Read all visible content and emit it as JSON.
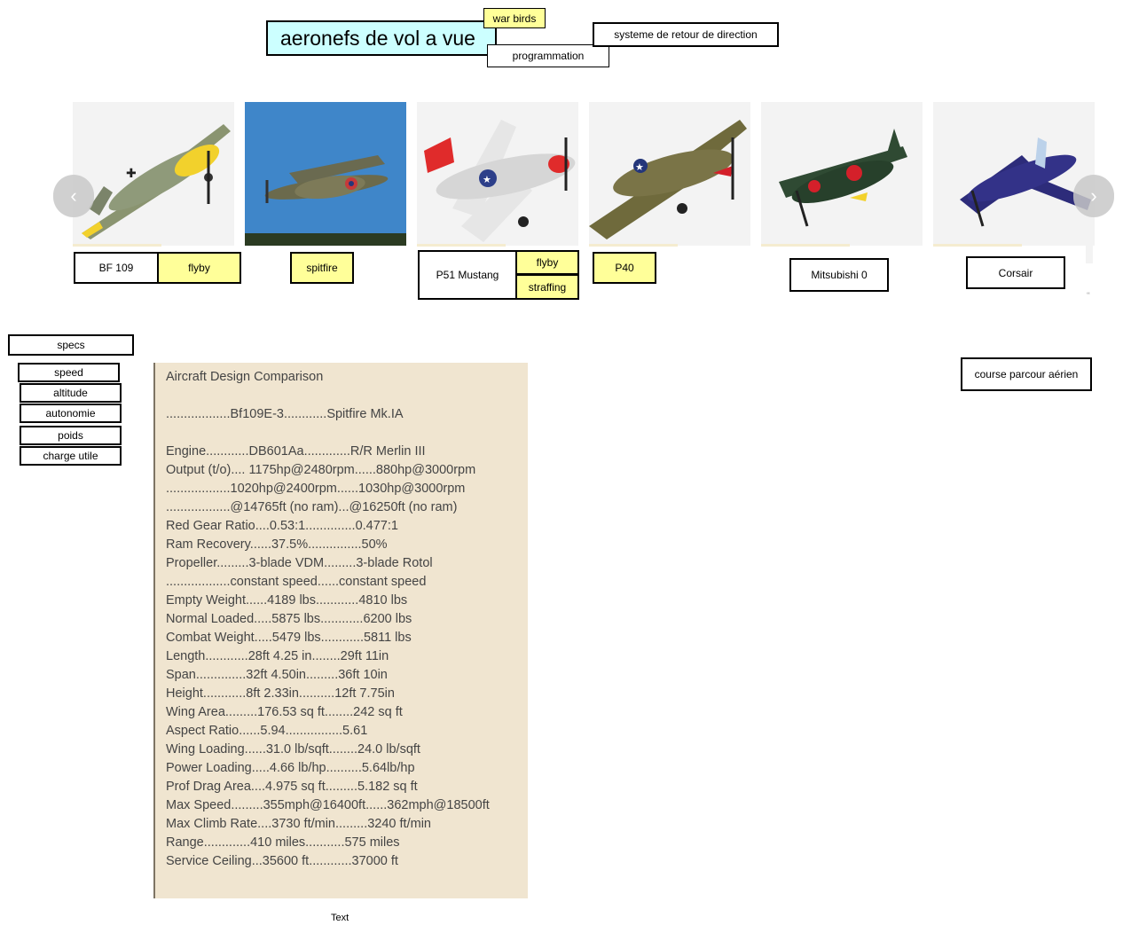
{
  "header": {
    "title": "aeronefs de vol a vue",
    "war_birds": "war birds",
    "programmation": "programmation",
    "systeme": "systeme de retour de direction"
  },
  "carousel": {
    "prev": "‹",
    "next": "›",
    "cards": [
      {
        "name": "bf109",
        "label": "BF 109",
        "colors": {
          "body": "#8a9470",
          "accent": "#f2d12c"
        }
      },
      {
        "name": "spitfire",
        "label": "spitfire",
        "colors": {
          "sky": "#3f86c9",
          "body": "#6b6a4c"
        }
      },
      {
        "name": "p51",
        "label": "P51 Mustang",
        "colors": {
          "body": "#d6d6d6",
          "accent": "#e02b2b"
        }
      },
      {
        "name": "p40",
        "label": "P40",
        "colors": {
          "body": "#6f6a3c"
        }
      },
      {
        "name": "zero",
        "label": "Mitsubishi 0",
        "colors": {
          "body": "#2f4a33",
          "accent": "#d4202a"
        }
      },
      {
        "name": "corsair",
        "label": "Corsair",
        "colors": {
          "body": "#2d2c7a"
        }
      }
    ],
    "flyby": "flyby",
    "flyby2": "flyby",
    "straffing": "straffing",
    "stray_mark": "‘‘"
  },
  "specs_menu": {
    "specs": "specs",
    "speed": "speed",
    "altitude": "altitude",
    "autonomie": "autonomie",
    "poids": "poids",
    "charge_utile": "charge utile"
  },
  "course": "course parcour aérien",
  "comparison": {
    "title": "Aircraft Design Comparison",
    "header_row": "..................Bf109E-3............Spitfire Mk.IA",
    "lines": [
      "Engine............DB601Aa.............R/R Merlin III",
      "Output (t/o).... 1175hp@2480rpm......880hp@3000rpm",
      "..................1020hp@2400rpm......1030hp@3000rpm",
      "..................@14765ft (no ram)...@16250ft (no ram)",
      "Red Gear Ratio....0.53:1..............0.477:1",
      "Ram Recovery......37.5%...............50%",
      "Propeller.........3-blade VDM.........3-blade Rotol",
      "..................constant speed......constant speed",
      "Empty Weight......4189 lbs............4810 lbs",
      "Normal Loaded.....5875 lbs............6200 lbs",
      "Combat Weight.....5479 lbs............5811 lbs",
      "Length............28ft 4.25 in........29ft 11in",
      "Span..............32ft 4.50in.........36ft 10in",
      "Height............8ft 2.33in..........12ft 7.75in",
      "Wing Area.........176.53 sq ft........242 sq ft",
      "Aspect Ratio......5.94................5.61",
      "Wing Loading......31.0 lb/sqft........24.0 lb/sqft",
      "Power Loading.....4.66 lb/hp..........5.64lb/hp",
      "Prof Drag Area....4.975 sq ft.........5.182 sq ft",
      "Max Speed.........355mph@16400ft......362mph@18500ft",
      "Max Climb Rate....3730 ft/min.........3240 ft/min",
      "Range.............410 miles...........575 miles",
      "Service Ceiling...35600 ft............37000 ft"
    ]
  },
  "caption": "Text"
}
